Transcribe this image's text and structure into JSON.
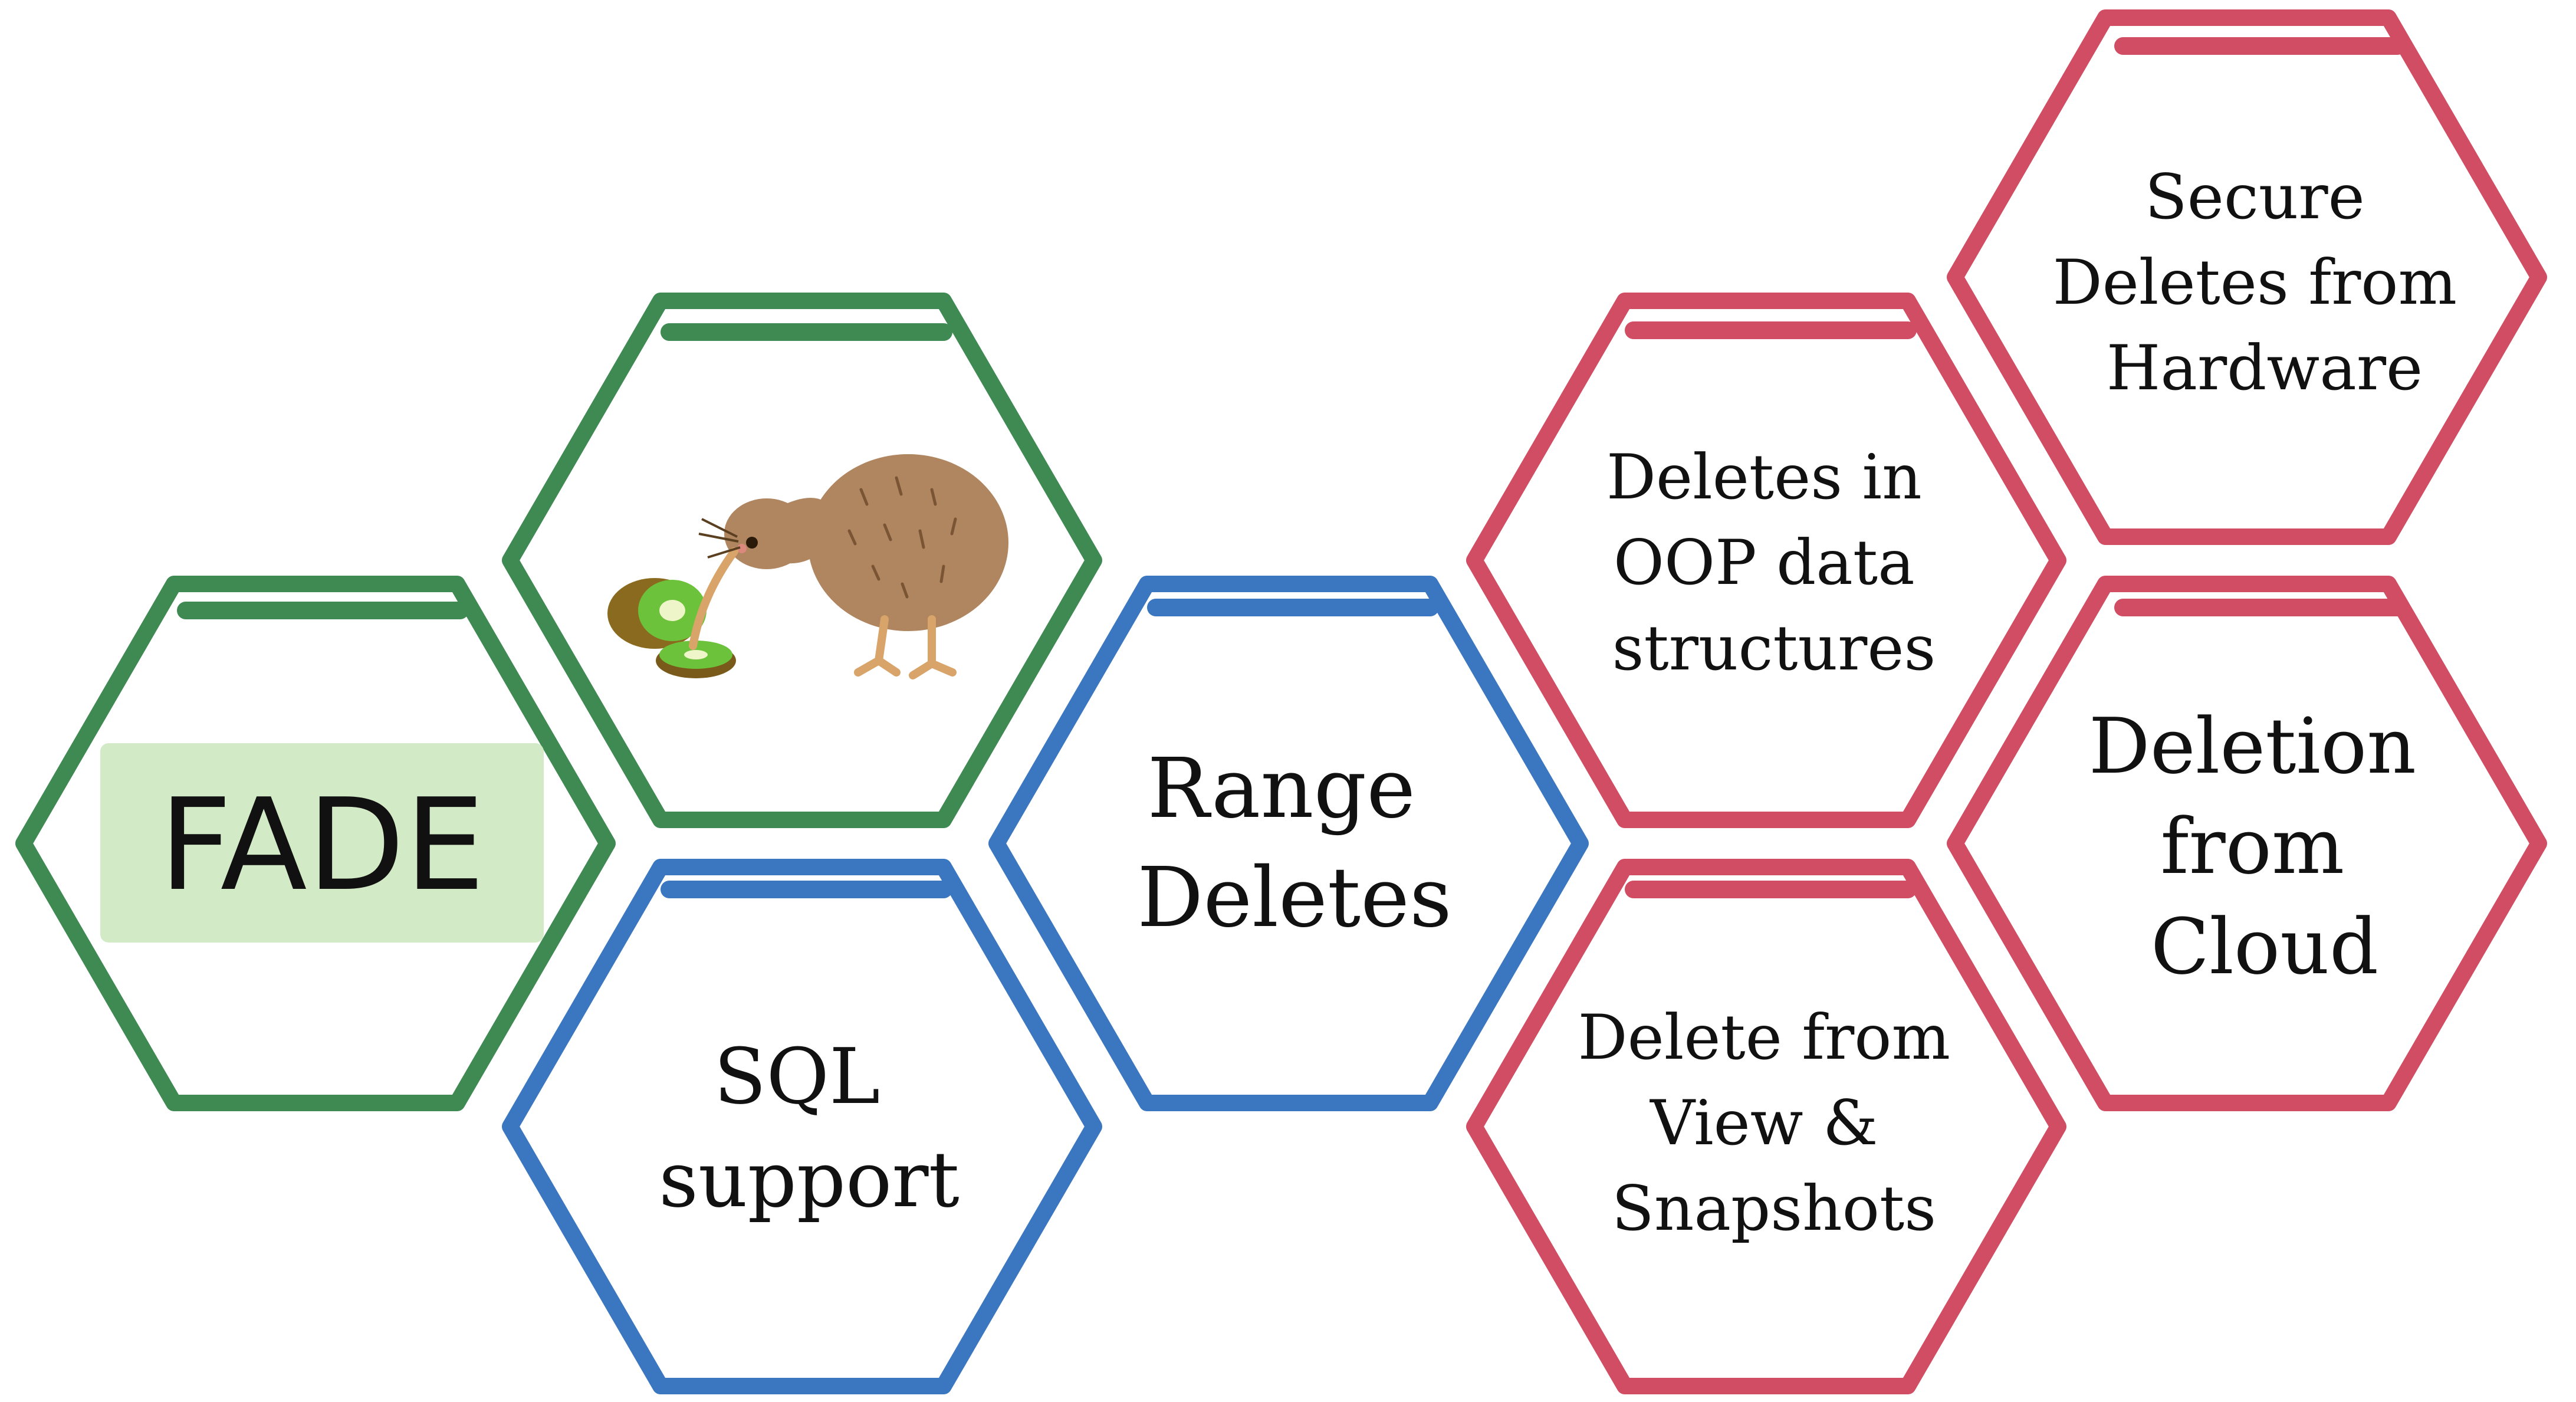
{
  "colors": {
    "green": "#3e8a52",
    "blue": "#3a77c0",
    "red": "#d14d63",
    "fade_box": "#d3eac6",
    "text": "#111111"
  },
  "hexagons": [
    {
      "id": "fade",
      "color": "green",
      "label": "FADE"
    },
    {
      "id": "kiwi",
      "color": "green",
      "label": ""
    },
    {
      "id": "sql",
      "color": "blue",
      "lines": [
        "SQL",
        "support"
      ]
    },
    {
      "id": "range",
      "color": "blue",
      "lines": [
        "Range",
        "Deletes"
      ]
    },
    {
      "id": "oop",
      "color": "red",
      "lines": [
        "Deletes in",
        "OOP data",
        "structures"
      ]
    },
    {
      "id": "view",
      "color": "red",
      "lines": [
        "Delete from",
        "View &",
        "Snapshots"
      ]
    },
    {
      "id": "secure",
      "color": "red",
      "lines": [
        "Secure",
        "Deletes from",
        "Hardware"
      ]
    },
    {
      "id": "cloud",
      "color": "red",
      "lines": [
        "Deletion",
        "from",
        "Cloud"
      ]
    }
  ]
}
